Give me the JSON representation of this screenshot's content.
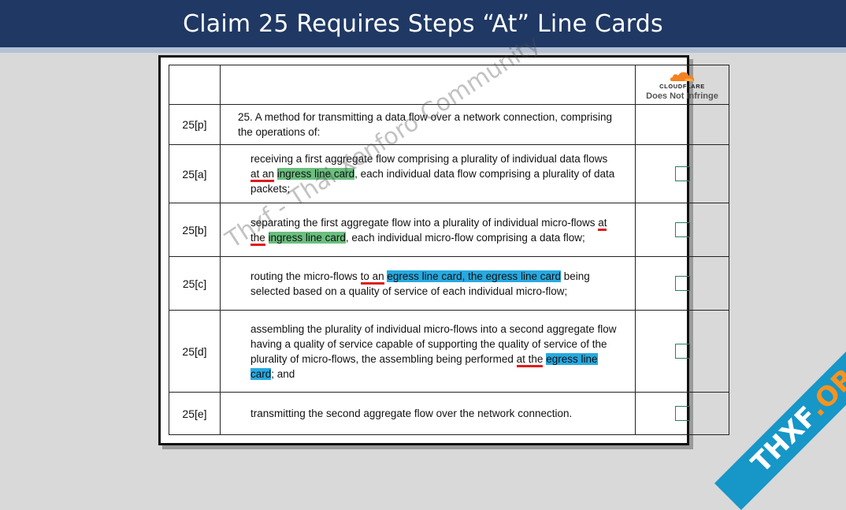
{
  "title": "Claim 25 Requires Steps “At” Line Cards",
  "table": {
    "header": {
      "logo_text": "CLOUDFLARE",
      "verdict": "Does Not Infringe"
    },
    "rows": [
      {
        "num": "25[p]",
        "parts": [
          "25. A method for transmitting a data flow over a network connection, comprising the operations of:"
        ]
      },
      {
        "num": "25[a]",
        "parts": [
          "receiving a first aggregate flow comprising a plurality of individual data flows ",
          "at an",
          " ",
          "ingress line card",
          ", each individual data flow comprising a plurality of data packets;"
        ]
      },
      {
        "num": "25[b]",
        "parts": [
          "separating the first aggregate flow into a plurality of individual micro-flows ",
          "at the",
          " ",
          "ingress line card",
          ", each individual micro-flow comprising a data flow;"
        ]
      },
      {
        "num": "25[c]",
        "parts": [
          "routing the micro-flows ",
          "to an",
          " ",
          "egress line card, the egress line card",
          " being selected based on a quality of service of each individual micro-flow;"
        ]
      },
      {
        "num": "25[d]",
        "parts": [
          "assembling the plurality of individual micro-flows into a second aggregate flow having a quality of service capable of supporting the quality of service of the plurality of micro-flows, the assembling being performed ",
          "at the",
          " ",
          "egress line card",
          "; and"
        ]
      },
      {
        "num": "25[e]",
        "parts": [
          "transmitting the second aggregate flow over the network connection."
        ]
      }
    ]
  },
  "watermark": "Thxf - Thai Xenforo Community",
  "banner": {
    "left": "THXF",
    "dot": ".",
    "right": "ORG"
  },
  "colors": {
    "title_bar": "#1f3864",
    "green_highlight": "#6bbf7f",
    "blue_highlight": "#27a9e1",
    "underline": "#e01b1b",
    "cloudflare": "#f48120"
  }
}
